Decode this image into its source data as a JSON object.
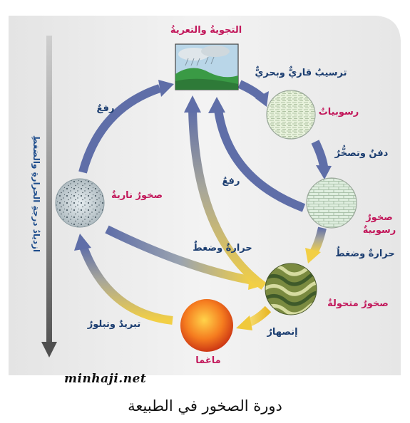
{
  "stages": {
    "weathering": "التجويةُ والتعريةُ",
    "sediments": "رسوبياتٌ",
    "sedimentary_rocks_1": "صخورٌ",
    "sedimentary_rocks_2": "رسوبيةٌ",
    "metamorphic_rocks": "صخورٌ متحولةٌ",
    "magma": "ماغما",
    "igneous_rocks": "صخورٌ ناريةٌ"
  },
  "processes": {
    "deposition": "ترسيبٌ قاريٌّ وبحريٌّ",
    "burial": "دفنٌ وتصخُّرٌ",
    "heat_pressure_right": "حرارةٌ وضغطٌ",
    "melting": "إنصهارٌ",
    "cooling": "تبريدٌ وتبلورٌ",
    "heat_pressure_center": "حرارةٌ وضغطٌ",
    "uplift_left": "رفعٌ",
    "uplift_center": "رفعٌ"
  },
  "axis_label": "ازديادُ درجةِ الحرارةِ والضغطِ",
  "watermark": "minhaji.net",
  "caption": "دورة الصخور في الطبيعة",
  "colors": {
    "arrow_blue": "#5f6ea8",
    "arrow_yellow": "#f2cf45",
    "label_pink": "#c2185b",
    "label_blue": "#1f4d8c",
    "panel_shade": "#e9e9e9"
  }
}
